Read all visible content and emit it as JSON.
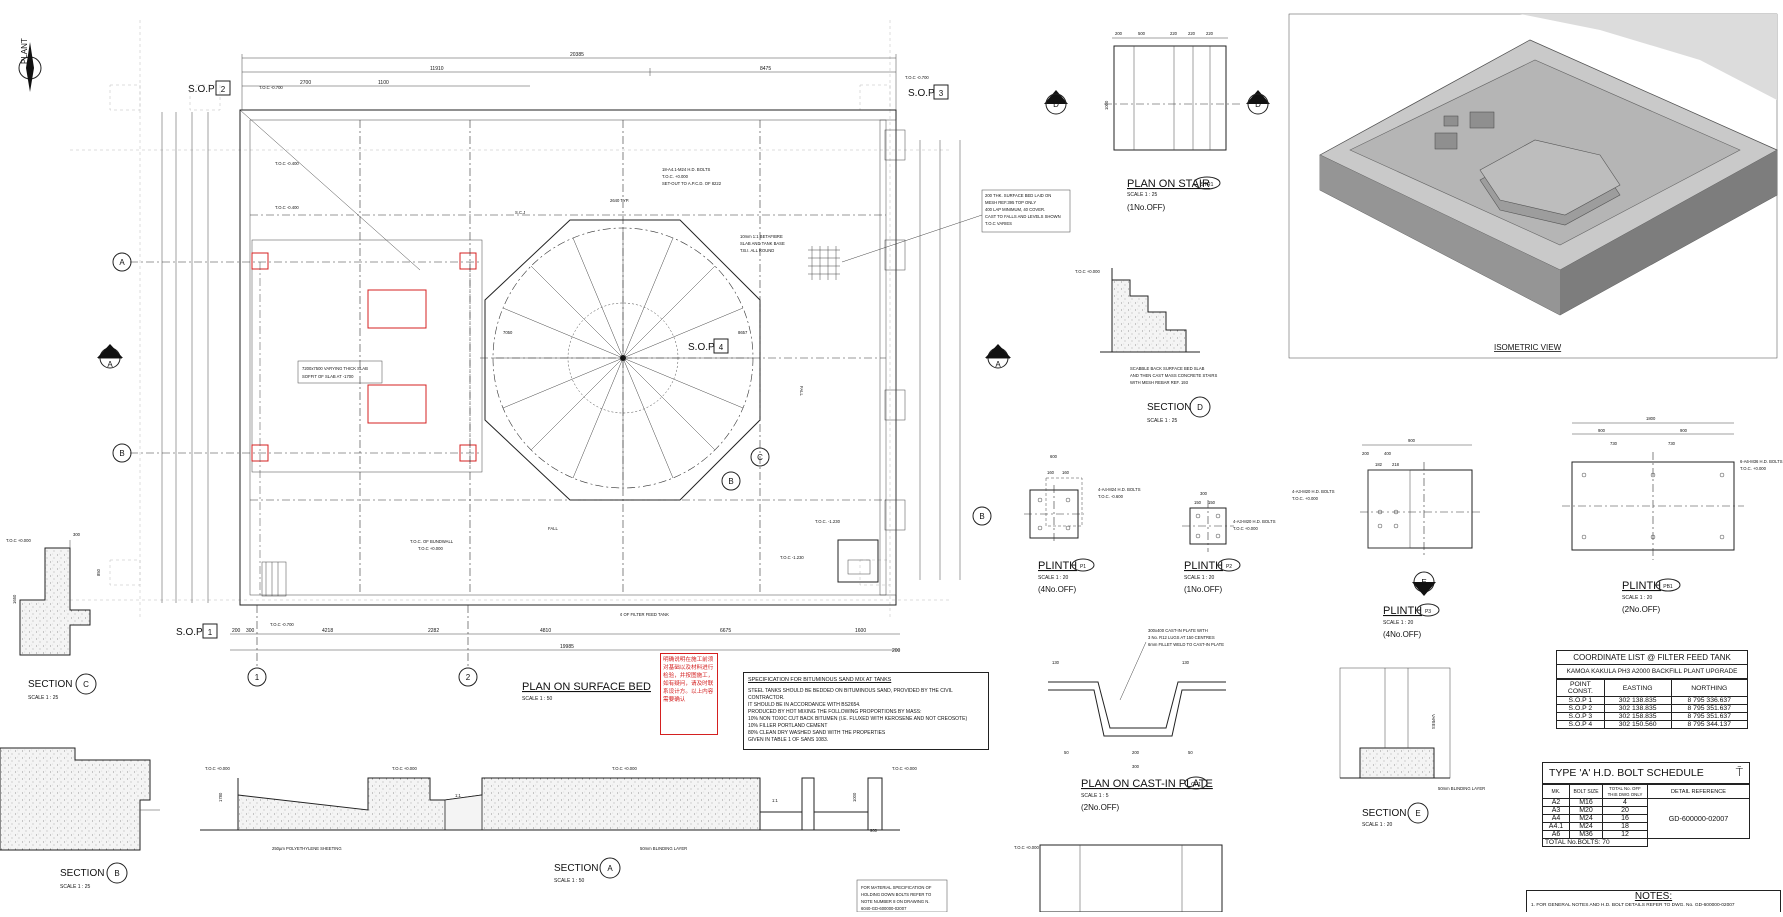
{
  "main_plan": {
    "title": "PLAN ON SURFACE BED",
    "scale": "SCALE 1 : 50",
    "north_label": "PLANT",
    "north_letter": "N",
    "sop_markers": [
      {
        "label": "S.O.P",
        "num": "2",
        "toc": "T.O.C -0.700"
      },
      {
        "label": "S.O.P",
        "num": "3",
        "toc": "T.O.C -0.700"
      },
      {
        "label": "S.O.P",
        "num": "1",
        "toc": "T.O.C -0.700"
      },
      {
        "label": "S.O.P",
        "num": "4"
      }
    ],
    "grid_letters": [
      "A",
      "B"
    ],
    "grid_numbers": [
      "1",
      "2"
    ],
    "top_dims": [
      "20385",
      "11910",
      "8475",
      "2700",
      "1100"
    ],
    "bottom_dims": [
      "200",
      "300",
      "4218",
      "2282",
      "4810",
      "6675",
      "1600",
      "200",
      "19985"
    ],
    "notes": [
      "T.O.C -0.400",
      "T.O.C -0.400",
      "18-A4.1-M24 H.D. BOLTS",
      "T.O.C. +0.000",
      "SET-OUT TO A.P.C.D. OF 8222",
      "10mm 1:1 BETAFIBRE",
      "SLAB AND TANK BASE",
      "T.B.I. ALL ROUND",
      "200 THK. SURFACE BED LAID ON",
      "MESH REF.395 TOP ONLY",
      "400 LAP MINIMUM, 40 COVER.",
      "CAST TO FALLS AND LEVELS SHOWN",
      "T.O.C VARIES",
      "7200x7500 VARYING THICK SLAB",
      "SOFFIT OF SLAB AT -1700",
      "T.O.C. OF BUNDWALL",
      "T.O.C +0.000",
      "T.O.C. -1.230",
      "T.O.C -1.230",
      "FALL",
      "FALL",
      "¢ OF FILTER FEED TANK",
      "S.C.J",
      "2640 TYP.",
      "7050",
      "8657"
    ]
  },
  "section_a": {
    "title": "SECTION",
    "letter": "A",
    "scale": "SCALE 1 : 50",
    "notes": [
      "T.O.C +0.000",
      "T.O.C +0.000",
      "T.O.C +0.000",
      "T.O.C +0.000",
      "250µm POLYETHYLENE SHEETING",
      "50mm BLINDING LAYER",
      "1:1",
      "1:1",
      "1780",
      "1000",
      "900"
    ]
  },
  "section_b": {
    "title": "SECTION",
    "letter": "B",
    "scale": "SCALE 1 : 25"
  },
  "section_c": {
    "title": "SECTION",
    "letter": "C",
    "scale": "SCALE 1 : 25",
    "notes": [
      "T.O.C +0.000",
      "300",
      "850",
      "1650"
    ]
  },
  "section_d": {
    "title": "SECTION",
    "letter": "D",
    "scale": "SCALE 1 : 25",
    "notes": [
      "T.O.C +0.000",
      "SCABBLE BACK SURFACE BED SLAB",
      "AND THEN CAST MASS CONCRETE STAIRS",
      "WITH MESH REBAR REF. 193"
    ]
  },
  "section_e": {
    "title": "SECTION",
    "letter": "E",
    "scale": "SCALE 1 : 20",
    "notes": [
      "50mm BLINDING LAYER",
      "VARIES"
    ]
  },
  "stair_plan": {
    "title": "PLAN ON STAIR",
    "tag": "STR1",
    "scale": "SCALE 1 : 25",
    "qty": "(1No.OFF)",
    "dims": [
      "200",
      "500",
      "220",
      "220",
      "220",
      "1000"
    ]
  },
  "iso_view": {
    "title": "ISOMETRIC VIEW"
  },
  "plinths": [
    {
      "title": "PLINTH",
      "tag": "P1",
      "scale": "SCALE 1 : 20",
      "qty": "(4No.OFF)",
      "note1": "4-A4-M24 H.D. BOLTS",
      "note2": "T.O.C. -0.600",
      "dims": [
        "600",
        "160",
        "160"
      ]
    },
    {
      "title": "PLINTH",
      "tag": "P2",
      "scale": "SCALE 1 : 20",
      "qty": "(1No.OFF)",
      "note1": "4-A3-M20 H.D. BOLTS",
      "note2": "T.O.C +0.000",
      "dims": [
        "300",
        "150",
        "150"
      ]
    },
    {
      "title": "PLINTH",
      "tag": "P3",
      "scale": "SCALE 1 : 20",
      "qty": "(4No.OFF)",
      "note1": "4-A3-M20 H.D. BOLTS",
      "note2": "T.O.C. +0.000",
      "dims": [
        "900",
        "200",
        "400",
        "182",
        "218"
      ]
    },
    {
      "title": "PLINTH",
      "tag": "PB1",
      "scale": "SCALE 1 : 20",
      "qty": "(2No.OFF)",
      "note1": "6-A6-M36 H.D. BOLTS",
      "note2": "T.O.C. +0.000",
      "dims": [
        "1800",
        "900",
        "900",
        "730",
        "730"
      ]
    }
  ],
  "cast_plate": {
    "title": "PLAN ON CAST-IN PLATE",
    "tag": "CP1",
    "scale": "SCALE 1 : 5",
    "qty": "(2No.OFF)",
    "note1": "300x400 CAST-IN PLATE WITH",
    "note2": "3 No. R12 LUGS AT 150 CENTRES",
    "note3": "6mm FILLET WELD TO CAST-IN PLATE",
    "dims": [
      "130",
      "130",
      "50",
      "200",
      "50",
      "300"
    ]
  },
  "red_note": "明确说明在施工前须对基础以及材料进行检验，并按图施工，如有疑问，请及时联系设计方。以上内容需要确认",
  "spec": {
    "title": "SPECIFICATION FOR BITUMINOUS SAND MIX AT TANKS",
    "lines": [
      "STEEL TANKS SHOULD BE BEDDED ON BITUMINOUS SAND, PROVIDED BY THE CIVIL CONTRACTOR.",
      "IT SHOULD BE IN ACCORDANCE WITH BS2654.",
      "PRODUCED BY HOT MIXING THE FOLLOWING PROPORTIONS BY MASS:",
      "10% NON TOXIC CUT BACK BITUMEN (I.E. FLUXED WITH KEROSENE AND NOT CREOSOTE)",
      "10% FILLER PORTLAND CEMENT",
      "80% CLEAN DRY WASHED SAND WITH THE PROPERTIES",
      "GIVEN IN TABLE 1 OF SANS 1083."
    ]
  },
  "material_note": [
    "FOR MATERIAL SPECIFICATION OF",
    "HOLDING DOWN BOLTS REFER TO",
    "NOTE NUMBER 8 ON DRAWING N.",
    "6040-GD-600000-02007"
  ],
  "coord_table": {
    "title": "COORDINATE LIST @ FILTER FEED TANK",
    "subtitle": "KAMOA KAKULA PH3 A2000 BACKFILL PLANT UPGRADE",
    "headers": [
      "POINT CONST.",
      "EASTING",
      "NORTHING"
    ],
    "rows": [
      [
        "S.O.P 1",
        "302 138.835",
        "8 795 336.637"
      ],
      [
        "S.O.P 2",
        "302 138.835",
        "8 795 351.637"
      ],
      [
        "S.O.P 3",
        "302 158.835",
        "8 795 351.637"
      ],
      [
        "S.O.P 4",
        "302 150.560",
        "8 795 344.137"
      ]
    ]
  },
  "bolt_table": {
    "title": "TYPE 'A' H.D. BOLT SCHEDULE",
    "headers": [
      "MK.",
      "BOLT SIZE",
      "TOTAL No. OFF THIS DWG ONLY",
      "DETAIL REFERENCE"
    ],
    "rows": [
      [
        "A2",
        "M16",
        "4"
      ],
      [
        "A3",
        "M20",
        "20"
      ],
      [
        "A4",
        "M24",
        "16"
      ],
      [
        "A4.1",
        "M24",
        "18"
      ],
      [
        "A6",
        "M36",
        "12"
      ]
    ],
    "reference": "GD-600000-02007",
    "total": "TOTAL No.BOLTS: 70"
  },
  "notes": {
    "title": "NOTES:",
    "line1": "1. FOR GENERAL NOTES AND H.D. BOLT DETAILS REFER TO DWG. No. GD-600000-02007"
  }
}
